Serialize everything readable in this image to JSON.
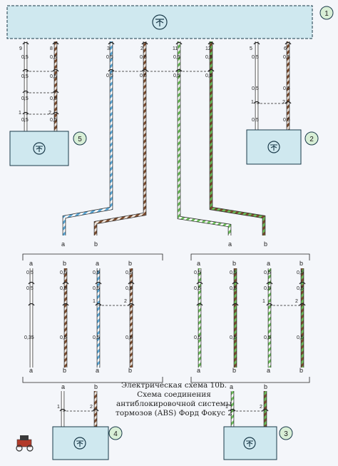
{
  "colors": {
    "module_fill": "#cfe8ef",
    "module_stroke": "#1a3a4a",
    "wire_white": "#ffffff",
    "wire_brown": "#7a4a2c",
    "wire_blue": "#5aa8d8",
    "wire_green": "#6bbf59",
    "badge_fill": "#d8efd6",
    "background": "#f4f6fa"
  },
  "icons": {
    "module": "transistor-icon",
    "car": "vintage-car-icon"
  },
  "modules": {
    "m1": {
      "number": "1"
    },
    "m2": {
      "number": "2"
    },
    "m3": {
      "number": "3"
    },
    "m4": {
      "number": "4"
    },
    "m5": {
      "number": "5"
    }
  },
  "pins": {
    "p9": "9",
    "p8": "8",
    "p3": "3",
    "p2": "2",
    "p11": "11",
    "p12": "12",
    "p5": "5",
    "p6": "6"
  },
  "wire_sizes": {
    "s05": "0,5",
    "s035": "0,35"
  },
  "connector_pins": {
    "c1": "1",
    "c2": "2"
  },
  "letters": {
    "a": "a",
    "b": "b"
  },
  "caption": {
    "line1": "Электрическая схема 10b.",
    "line2": "Схема соединения",
    "line3": "антиблокировочной системы",
    "line4": "тормозов (ABS) Форд Фокус 2"
  }
}
